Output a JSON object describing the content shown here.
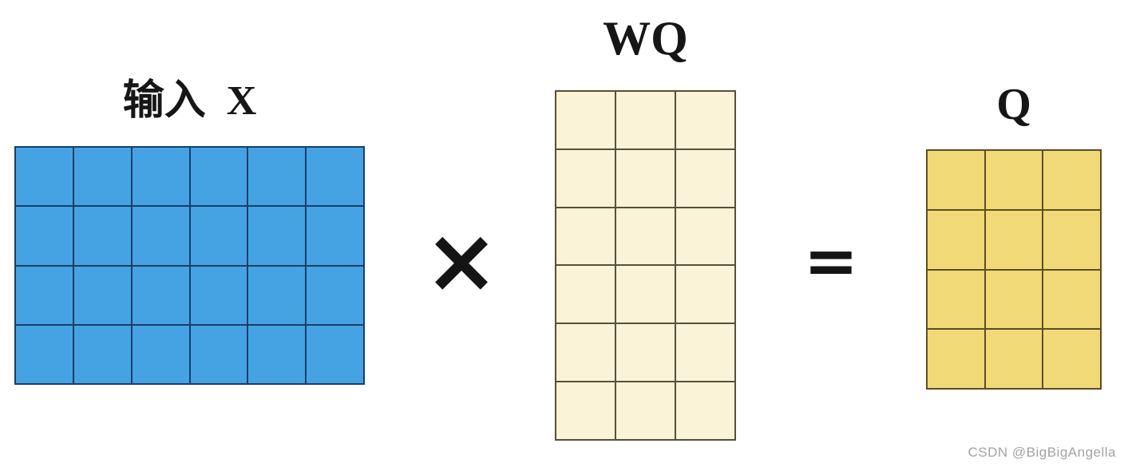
{
  "diagram": {
    "matrices": {
      "x": {
        "label": "输入  X",
        "rows": 4,
        "cols": 6,
        "fill_color": "#45a3e4",
        "line_color": "#1a3e63"
      },
      "wq": {
        "label": "WQ",
        "rows": 6,
        "cols": 3,
        "fill_color": "#faf3d7",
        "line_color": "#55503a"
      },
      "q": {
        "label": "Q",
        "rows": 4,
        "cols": 3,
        "fill_color": "#f2d978",
        "line_color": "#5c4f22"
      }
    },
    "operators": {
      "multiply": "×",
      "equals": "="
    }
  },
  "watermark": "CSDN @BigBigAngella"
}
